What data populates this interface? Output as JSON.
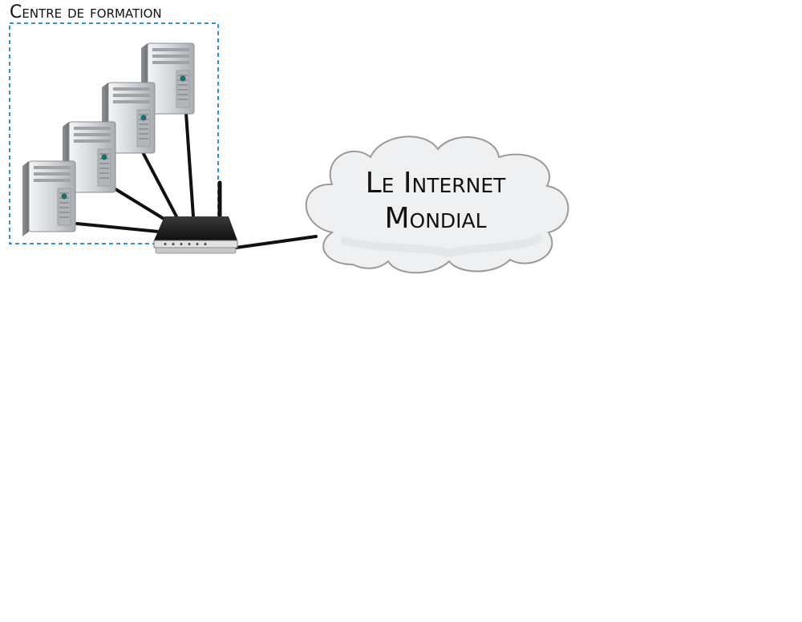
{
  "diagram": {
    "group_label": "Centre de formation",
    "cloud_label_line1": "Le Internet",
    "cloud_label_line2": "Mondial"
  },
  "colors": {
    "group_border": "#2f8fd8",
    "cable": "#111111",
    "cloud_fill": "#eef0f2",
    "cloud_stroke": "#9a9a9a",
    "server_body": "#c9cccf",
    "router_body": "#222222"
  },
  "icons": {
    "server": "server-tower-icon",
    "router": "wifi-router-icon",
    "cloud": "cloud-icon"
  }
}
